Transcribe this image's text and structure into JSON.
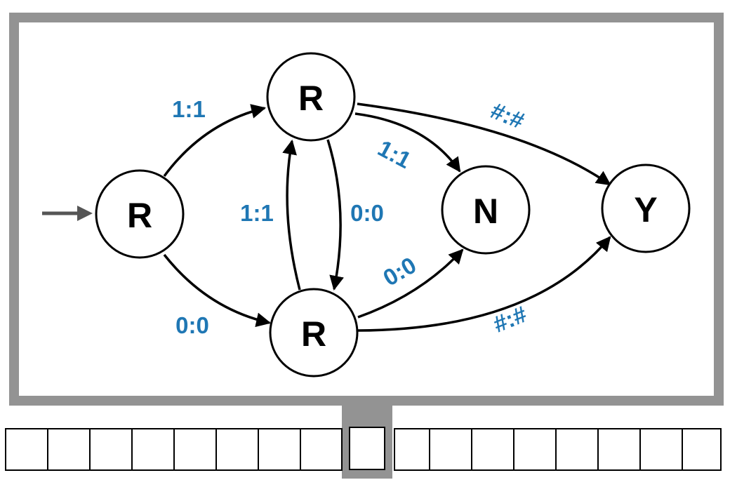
{
  "colors": {
    "frame": "#939393",
    "label": "#1f77b4",
    "start_arrow": "#555555"
  },
  "states": {
    "start": "R",
    "top": "R",
    "bottom": "R",
    "reject": "N",
    "accept": "Y"
  },
  "transitions": {
    "start_to_top": "1:1",
    "start_to_bottom": "0:0",
    "bottom_to_top": "1:1",
    "top_to_bottom": "0:0",
    "top_to_reject": "1:1",
    "bottom_to_reject": "0:0",
    "top_to_accept": "#:#",
    "bottom_to_accept": "#:#"
  },
  "tape": {
    "cells_left": [
      "",
      "",
      "",
      "",
      "",
      "",
      "",
      ""
    ],
    "head_cell": "",
    "cells_right": [
      "",
      "",
      "",
      "",
      "",
      "",
      "",
      ""
    ]
  }
}
